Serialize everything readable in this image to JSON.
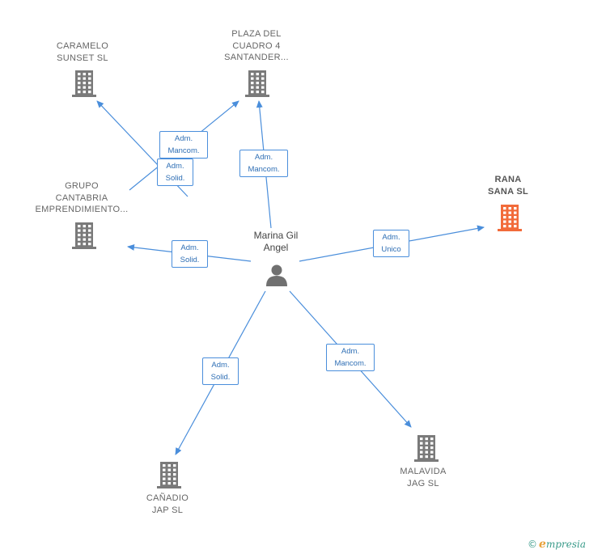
{
  "center": {
    "name": "Marina Gil\nAngel",
    "icon": "person-icon"
  },
  "companies": [
    {
      "id": "caramelo",
      "name": "CARAMELO\nSUNSET  SL",
      "highlight": false
    },
    {
      "id": "plaza",
      "name": "PLAZA DEL\nCUADRO 4\nSANTANDER...",
      "highlight": false
    },
    {
      "id": "grupo",
      "name": "GRUPO\nCANTABRIA\nEMPRENDIMIENTO...",
      "highlight": false
    },
    {
      "id": "rana",
      "name": "RANA\nSANA  SL",
      "highlight": true
    },
    {
      "id": "canadio",
      "name": "CAÑADIO\nJAP  SL",
      "highlight": false
    },
    {
      "id": "malavida",
      "name": "MALAVIDA\nJAG  SL",
      "highlight": false
    }
  ],
  "relations": [
    {
      "id": "r-mancom-1",
      "label": "Adm.\nMancom."
    },
    {
      "id": "r-solid-1",
      "label": "Adm.\nSolid."
    },
    {
      "id": "r-mancom-2",
      "label": "Adm.\nMancom."
    },
    {
      "id": "r-solid-2",
      "label": "Adm.\nSolid."
    },
    {
      "id": "r-unico",
      "label": "Adm.\nUnico"
    },
    {
      "id": "r-solid-3",
      "label": "Adm.\nSolid."
    },
    {
      "id": "r-mancom-3",
      "label": "Adm.\nMancom."
    }
  ],
  "colors": {
    "edge": "#4a8edb",
    "building": "#7a7a7a",
    "building_highlight": "#f26b3a",
    "person": "#707070"
  },
  "footer": {
    "copyright": "©",
    "brand_initial": "e",
    "brand_rest": "mpresia"
  }
}
